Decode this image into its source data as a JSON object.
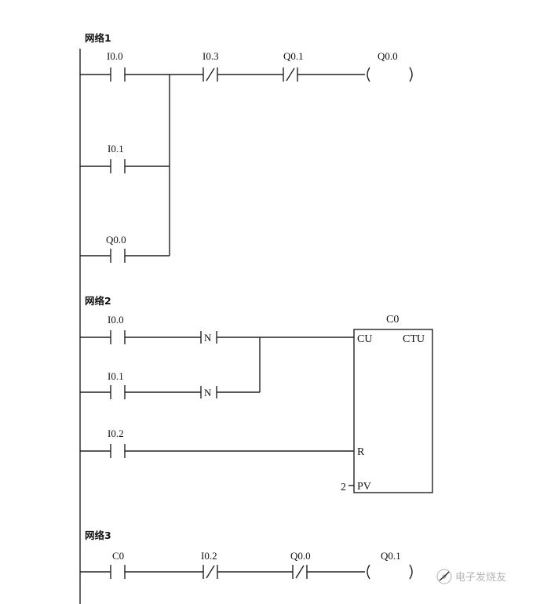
{
  "networks": [
    {
      "title": "网络1",
      "contacts": [
        {
          "label": "I0.0",
          "type": "NO"
        },
        {
          "label": "I0.3",
          "type": "NC"
        },
        {
          "label": "Q0.1",
          "type": "NC"
        },
        {
          "label": "I0.1",
          "type": "NO"
        },
        {
          "label": "Q0.0",
          "type": "NO"
        }
      ],
      "coil": {
        "label": "Q0.0"
      }
    },
    {
      "title": "网络2",
      "contacts": [
        {
          "label": "I0.0",
          "type": "NO"
        },
        {
          "label": "I0.1",
          "type": "NO"
        },
        {
          "label": "I0.2",
          "type": "NO"
        }
      ],
      "edge_detect": [
        "N",
        "N"
      ],
      "counter": {
        "name": "C0",
        "type_label": "CTU",
        "pins": {
          "cu": "CU",
          "r": "R",
          "pv": "PV"
        },
        "pv_value": "2"
      }
    },
    {
      "title": "网络3",
      "contacts": [
        {
          "label": "C0",
          "type": "NO"
        },
        {
          "label": "I0.2",
          "type": "NC"
        },
        {
          "label": "Q0.0",
          "type": "NC"
        }
      ],
      "coil": {
        "label": "Q0.1"
      }
    }
  ],
  "watermark": {
    "text": "电子发烧友",
    "icon": "network-logo-icon"
  }
}
